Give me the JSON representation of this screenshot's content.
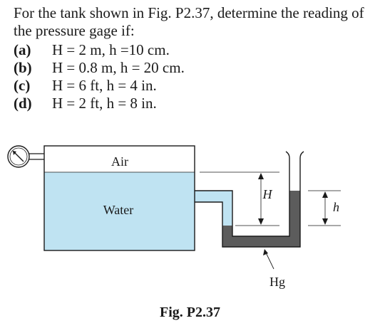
{
  "problem": {
    "intro": "For the tank shown in Fig. P2.37, determine the reading of the pressure gage if:",
    "parts": [
      {
        "label": "(a)",
        "text": "H = 2 m, h =10 cm."
      },
      {
        "label": "(b)",
        "text": "H = 0.8 m, h = 20 cm."
      },
      {
        "label": "(c)",
        "text": "H = 6 ft, h = 4 in."
      },
      {
        "label": "(d)",
        "text": "H = 2 ft, h = 8 in."
      }
    ]
  },
  "figure": {
    "air_label": "Air",
    "water_label": "Water",
    "mercury_label": "Hg",
    "H_label": "H",
    "h_label": "h",
    "caption": "Fig. P2.37",
    "colors": {
      "water": "#bfe3f2",
      "mercury": "#5c5c5c",
      "outline": "#1a1a1a"
    },
    "icons": [
      "pressure-gage-icon"
    ]
  }
}
